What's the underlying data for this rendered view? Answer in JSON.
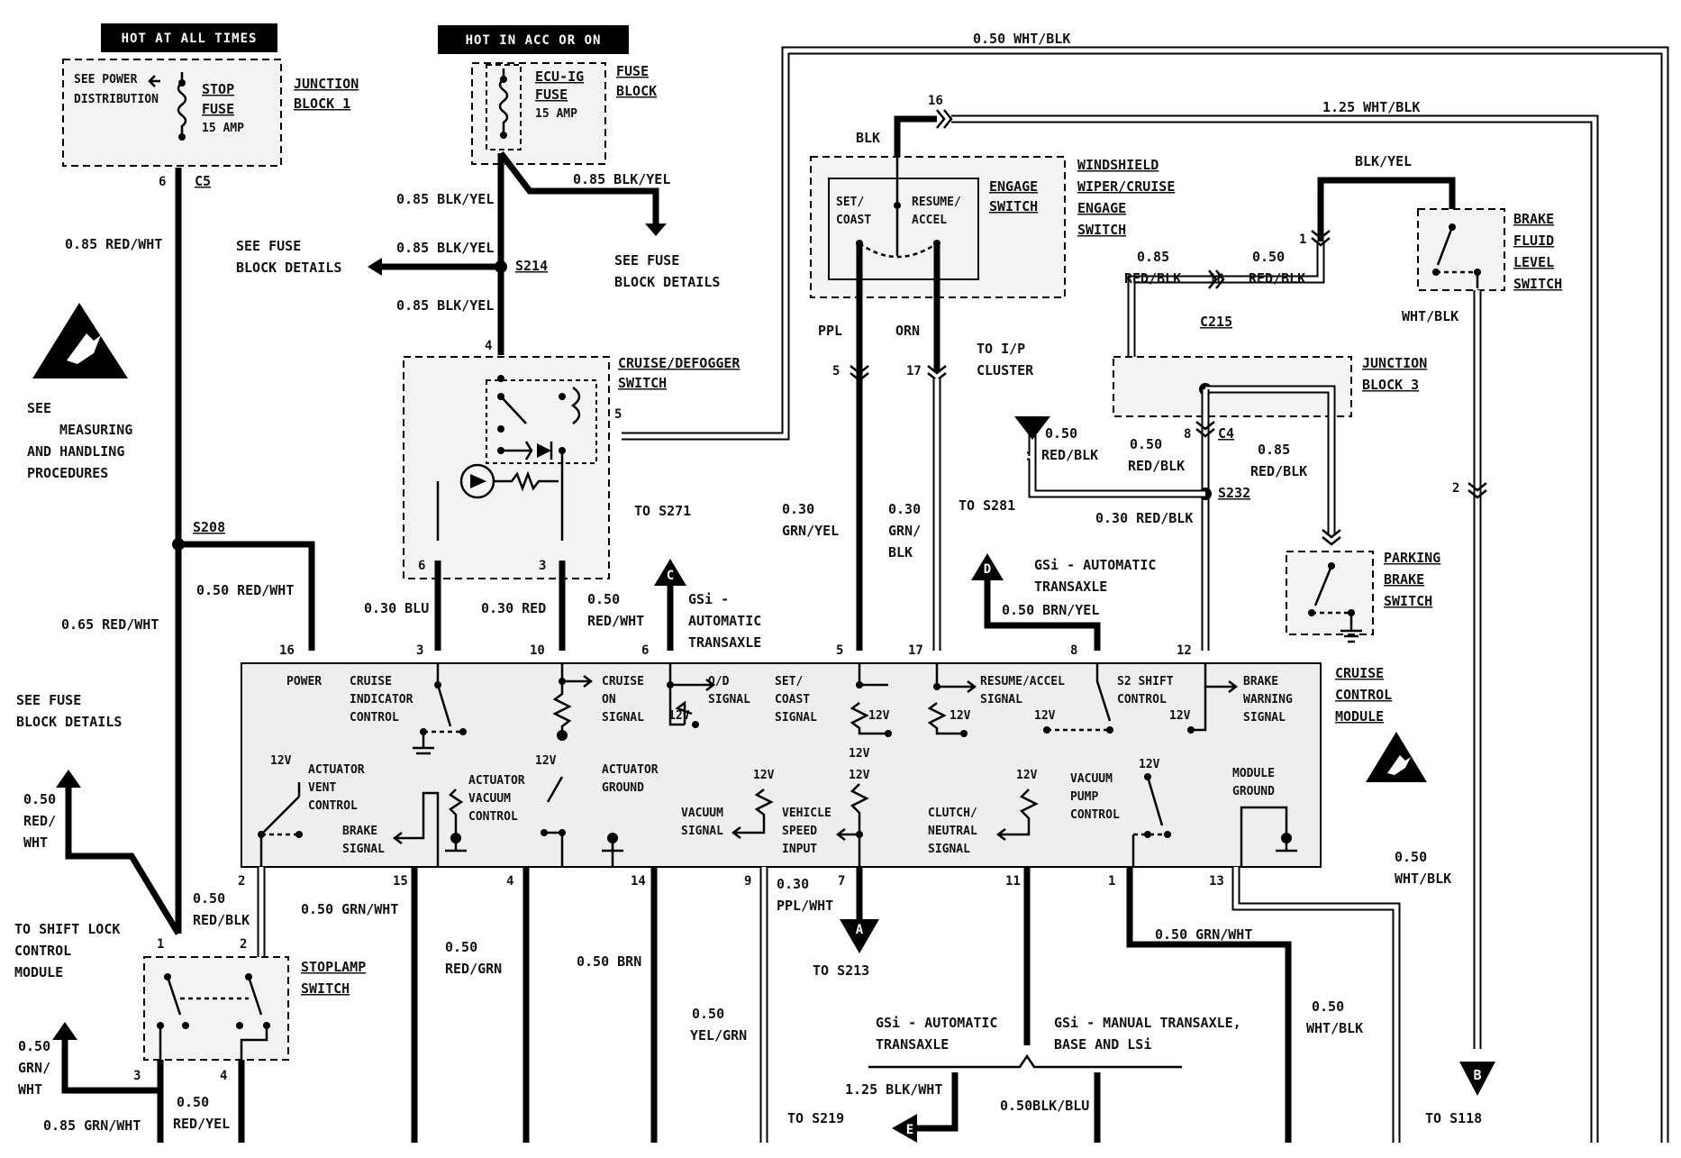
{
  "headers": {
    "hot_at_all_times": "HOT AT ALL TIMES",
    "hot_in_acc_or_on": "HOT IN ACC OR ON"
  },
  "junction_block_1": {
    "label_1": "JUNCTION",
    "label_2": "BLOCK 1",
    "see_power_1": "SEE POWER",
    "see_power_2": "DISTRIBUTION",
    "stop_1": "STOP",
    "stop_2": "FUSE",
    "stop_3": "15 AMP",
    "pin": "6",
    "conn": "C5"
  },
  "fuse_block": {
    "label_1": "FUSE",
    "label_2": "BLOCK",
    "fuse_1": "ECU-IG",
    "fuse_2": "FUSE",
    "fuse_3": "15 AMP"
  },
  "wires": {
    "w_085_redwht_top": "0.85 RED/WHT",
    "w_085_redwht_mid": "0.65 RED/WHT",
    "w_050_redwht_s208": "0.50 RED/WHT",
    "w_085_blkyel_a": "0.85 BLK/YEL",
    "w_085_blkyel_b": "0.85 BLK/YEL",
    "w_085_blkyel_c": "0.85 BLK/YEL",
    "w_085_blkyel_d": "0.85 BLK/YEL",
    "w_050_whtblk_top": "0.50 WHT/BLK",
    "w_125_whtblk": "1.25 WHT/BLK",
    "blk": "BLK",
    "blkyel": "BLK/YEL",
    "ppl": "PPL",
    "orn": "ORN",
    "w_030_blu": "0.30 BLU",
    "w_030_red": "0.30 RED",
    "w_050_redwht_6_1": "0.50",
    "w_050_redwht_6_2": "RED/WHT",
    "w_030_grnyel_1": "0.30",
    "w_030_grnyel_2": "GRN/YEL",
    "w_030_grnblk_1": "0.30",
    "w_030_grnblk_2": "GRN/",
    "w_030_grnblk_3": "BLK",
    "w_065_redblk_1": "0.85",
    "w_065_redblk_2": "RED/BLK",
    "w_050_redblk_c215_1": "0.50",
    "w_050_redblk_c215_2": "RED/BLK",
    "whtblk_brake": "WHT/BLK",
    "w_050_redblk_tri_1": "0.50",
    "w_050_redblk_tri_2": "RED/BLK",
    "w_050_redblk_c4_1": "0.50",
    "w_050_redblk_c4_2": "RED/BLK",
    "w_085_redblk_pb_1": "0.85",
    "w_085_redblk_pb_2": "RED/BLK",
    "w_030_redblk": "0.30 RED/BLK",
    "w_050_brnyel": "0.50 BRN/YEL",
    "w_050_whtblk_right_1": "0.50",
    "w_050_whtblk_right_2": "WHT/BLK",
    "w_050_redwht_left_1": "0.50",
    "w_050_redwht_left_2": "RED/",
    "w_050_redwht_left_3": "WHT",
    "w_050_redblk_2_1": "0.50",
    "w_050_redblk_2_2": "RED/BLK",
    "w_050_grnwht_15": "0.50 GRN/WHT",
    "w_050_redgrn_1": "0.50",
    "w_050_redgrn_2": "RED/GRN",
    "w_050_brn": "0.50 BRN",
    "w_050_yelgrn_1": "0.50",
    "w_050_yelgrn_2": "YEL/GRN",
    "w_030_pplwht_1": "0.30",
    "w_030_pplwht_2": "PPL/WHT",
    "w_050_grnwht_1": "0.50 GRN/WHT",
    "w_050_whtblk_13_1": "0.50",
    "w_050_whtblk_13_2": "WHT/BLK",
    "w_050_grnwht_sl_1": "0.50",
    "w_050_grnwht_sl_2": "GRN/",
    "w_050_grnwht_sl_3": "WHT",
    "w_085_grnwht": "0.85 GRN/WHT",
    "w_050_redyel_1": "0.50",
    "w_050_redyel_2": "RED/YEL",
    "w_125_blkwht": "1.25 BLK/WHT",
    "w_050_blkblu": "0.50BLK/BLU"
  },
  "splices": {
    "s214": "S214",
    "s208": "S208",
    "s232": "S232",
    "c215": "C215",
    "c4": "C4",
    "c4_pin": "8",
    "c215_pin": "16"
  },
  "refs": {
    "see_fuse_1": "SEE FUSE",
    "see_fuse_2": "BLOCK DETAILS",
    "see_fuse_b1": "SEE FUSE",
    "see_fuse_b2": "BLOCK DETAILS",
    "see_fuse_c1": "SEE FUSE",
    "see_fuse_c2": "BLOCK DETAILS",
    "see_measuring_1": "SEE",
    "see_measuring_2": "MEASURING",
    "see_measuring_3": "AND HANDLING",
    "see_measuring_4": "PROCEDURES",
    "to_s271": "TO S271",
    "to_s281": "TO S281",
    "to_ip_1": "TO I/P",
    "to_ip_2": "CLUSTER",
    "to_s213": "TO S213",
    "to_s219": "TO S219",
    "to_s118": "TO S118",
    "to_shift_1": "TO SHIFT LOCK",
    "to_shift_2": "CONTROL",
    "to_shift_3": "MODULE",
    "gsi_auto_c_1": "GSi -",
    "gsi_auto_c_2": "AUTOMATIC",
    "gsi_auto_c_3": "TRANSAXLE",
    "gsi_auto_d_1": "GSi - AUTOMATIC",
    "gsi_auto_d_2": "TRANSAXLE",
    "gsi_auto_e_1": "GSi - AUTOMATIC",
    "gsi_auto_e_2": "TRANSAXLE",
    "gsi_manual_1": "GSi - MANUAL TRANSAXLE,",
    "gsi_manual_2": "BASE AND LSi"
  },
  "components": {
    "cruise_defogger_1": "CRUISE/DEFOGGER",
    "cruise_defogger_2": "SWITCH",
    "wiper_1": "WINDSHIELD",
    "wiper_2": "WIPER/CRUISE",
    "wiper_3": "ENGAGE",
    "wiper_4": "SWITCH",
    "engage_1": "ENGAGE",
    "engage_2": "SWITCH",
    "set_1": "SET/",
    "set_2": "COAST",
    "resume_1": "RESUME/",
    "resume_2": "ACCEL",
    "brake_fluid_1": "BRAKE",
    "brake_fluid_2": "FLUID",
    "brake_fluid_3": "LEVEL",
    "brake_fluid_4": "SWITCH",
    "jb3_1": "JUNCTION",
    "jb3_2": "BLOCK 3",
    "parking_1": "PARKING",
    "parking_2": "BRAKE",
    "parking_3": "SWITCH",
    "ccm_1": "CRUISE",
    "ccm_2": "CONTROL",
    "ccm_3": "MODULE",
    "stoplamp_1": "STOPLAMP",
    "stoplamp_2": "SWITCH"
  },
  "module_labels": {
    "power": "POWER",
    "cruise_ind_1": "CRUISE",
    "cruise_ind_2": "INDICATOR",
    "cruise_ind_3": "CONTROL",
    "cruise_on_1": "CRUISE",
    "cruise_on_2": "ON",
    "cruise_on_3": "SIGNAL",
    "od_1": "O/D",
    "od_2": "SIGNAL",
    "setc_1": "SET/",
    "setc_2": "COAST",
    "setc_3": "SIGNAL",
    "resacc_1": "RESUME/ACCEL",
    "resacc_2": "SIGNAL",
    "s2_1": "S2 SHIFT",
    "s2_2": "CONTROL",
    "bw_1": "BRAKE",
    "bw_2": "WARNING",
    "bw_3": "SIGNAL",
    "av_1": "ACTUATOR",
    "av_2": "VENT",
    "av_3": "CONTROL",
    "bs_1": "BRAKE",
    "bs_2": "SIGNAL",
    "avc_1": "ACTUATOR",
    "avc_2": "VACUUM",
    "avc_3": "CONTROL",
    "ag_1": "ACTUATOR",
    "ag_2": "GROUND",
    "vs_1": "VACUUM",
    "vs_2": "SIGNAL",
    "vss_1": "VEHICLE",
    "vss_2": "SPEED",
    "vss_3": "INPUT",
    "cn_1": "CLUTCH/",
    "cn_2": "NEUTRAL",
    "cn_3": "SIGNAL",
    "vp_1": "VACUUM",
    "vp_2": "PUMP",
    "vp_3": "CONTROL",
    "mg_1": "MODULE",
    "mg_2": "GROUND",
    "v12": "12V"
  },
  "pins": {
    "p16": "16",
    "p3": "3",
    "p10": "10",
    "p6": "6",
    "p5": "5",
    "p17": "17",
    "p8": "8",
    "p12": "12",
    "p2": "2",
    "p15": "15",
    "p4": "4",
    "p14": "14",
    "p9": "9",
    "p7": "7",
    "p11": "11",
    "p1": "1",
    "p13": "13",
    "cd4": "4",
    "cd5": "5",
    "cd6": "6",
    "cd3": "3",
    "ws16": "16",
    "ws5": "5",
    "ws17": "17",
    "bf1": "1",
    "bf2": "2",
    "sl1": "1",
    "sl2": "2",
    "sl3": "3",
    "sl4": "4"
  },
  "arrows": {
    "a": "A",
    "b": "B",
    "c": "C",
    "d": "D",
    "e": "E"
  }
}
